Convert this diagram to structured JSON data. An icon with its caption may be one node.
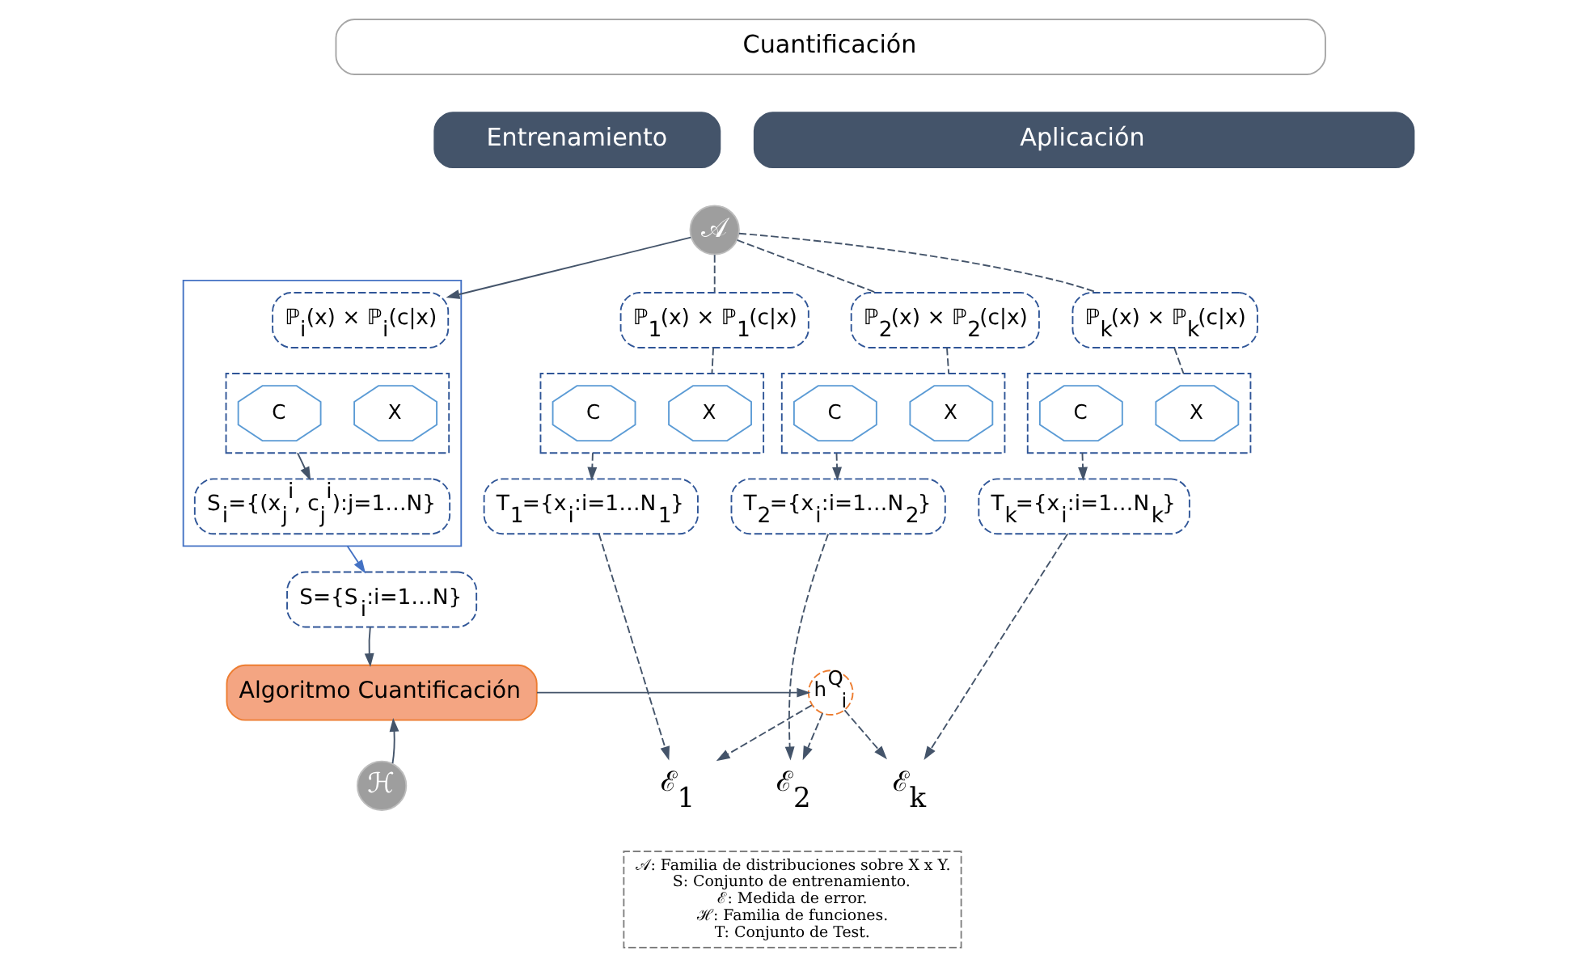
{
  "diagram": {
    "nodes": [
      {
        "text": [
          "Cuantificación"
        ]
      },
      {
        "text": [
          "Entrenamiento"
        ]
      },
      {
        "text": [
          "Aplicación"
        ]
      },
      {
        "text": [
          "𝒜"
        ]
      },
      {
        "text": [],
        "shape": "box"
      },
      {
        "text": [
          "ℙ$_{i}$(x) × ℙ$_{i}$(c|x)"
        ],
        "in": 4
      },
      {
        "text": [],
        "shape": "box",
        "in": 4
      },
      {
        "text": [
          "X"
        ],
        "in": 6
      },
      {
        "text": [
          "C"
        ],
        "in": 6
      },
      {
        "text": [
          "S$_{i}$={(x$_{j}$$^{i}$, c$_{j}$$^{i}$):j=1…N}"
        ],
        "in": 4
      },
      {
        "text": [
          "S={S$_{i}$:i=1…N}"
        ]
      },
      {
        "text": [
          "Algoritmo Cuantificación"
        ]
      },
      {
        "text": [
          "h$^{Q}$$_{i}$"
        ]
      },
      {
        "text": [
          "ℋ"
        ]
      },
      {
        "text": [
          "ℙ$_{1}$(x) × ℙ$_{1}$(c|x)"
        ]
      },
      {
        "text": [],
        "shape": "box"
      },
      {
        "text": [
          "X"
        ],
        "in": 15
      },
      {
        "text": [
          "C"
        ],
        "in": 15
      },
      {
        "text": [
          "T$_{1}$={x$_{i}$:i=1…N$_{1}$}"
        ]
      },
      {
        "text": [
          "ℙ$_{2}$(x) × ℙ$_{2}$(c|x)"
        ]
      },
      {
        "text": [],
        "shape": "box"
      },
      {
        "text": [
          "X"
        ],
        "in": 20
      },
      {
        "text": [
          "C"
        ],
        "in": 20
      },
      {
        "text": [
          "T$_{2}$={x$_{i}$:i=1…N$_{2}$}"
        ]
      },
      {
        "text": [
          "ℙ$_{k}$(x) × ℙ$_{k}$(c|x)"
        ]
      },
      {
        "text": [],
        "shape": "box"
      },
      {
        "text": [
          "X"
        ],
        "in": 25
      },
      {
        "text": [
          "C"
        ],
        "in": 25
      },
      {
        "text": [
          "T$_{k}$={x$_{i}$:i=1…N$_{k}$}"
        ]
      },
      {
        "text": [
          "ℰ$_{1}$"
        ]
      },
      {
        "text": [
          "ℰ$_{2}$"
        ]
      },
      {
        "text": [
          "ℰ$_{k}$"
        ]
      },
      {
        "text": [
          "𝒜: Familia de distribuciones sobre X x Y.",
          "S: Conjunto de entrenamiento.",
          "ℰ: Medida de error.",
          "ℋ: Familia de funciones.",
          "T: Conjunto de Test."
        ]
      }
    ],
    "edges": [
      {
        "from": 3,
        "to": 5,
        "arrow": "to"
      },
      {
        "from": 3,
        "to": 14,
        "arrow": "none",
        "style": "dashed"
      },
      {
        "from": 3,
        "to": 19,
        "arrow": "none",
        "style": "dashed"
      },
      {
        "from": 3,
        "to": 24,
        "arrow": "none",
        "style": "dashed"
      },
      {
        "from": 6,
        "to": 9,
        "arrow": "to"
      },
      {
        "from": 4,
        "to": 10,
        "arrow": "to",
        "color": "#4472c4"
      },
      {
        "from": 10,
        "to": 11,
        "arrow": "to"
      },
      {
        "from": 13,
        "to": 11,
        "arrow": "to"
      },
      {
        "from": 11,
        "to": 12,
        "arrow": "to"
      },
      {
        "from": 14,
        "to": 15,
        "arrow": "none",
        "style": "dashed"
      },
      {
        "from": 15,
        "to": 18,
        "arrow": "to",
        "style": "dashed"
      },
      {
        "from": 18,
        "to": 29,
        "arrow": "to",
        "style": "dashed"
      },
      {
        "from": 19,
        "to": 20,
        "arrow": "none",
        "style": "dashed"
      },
      {
        "from": 20,
        "to": 23,
        "arrow": "to",
        "style": "dashed"
      },
      {
        "from": 23,
        "to": 30,
        "arrow": "to",
        "style": "dashed"
      },
      {
        "from": 24,
        "to": 25,
        "arrow": "none",
        "style": "dashed"
      },
      {
        "from": 25,
        "to": 28,
        "arrow": "to",
        "style": "dashed"
      },
      {
        "from": 28,
        "to": 31,
        "arrow": "to",
        "style": "dashed"
      },
      {
        "from": 12,
        "to": 29,
        "arrow": "to",
        "style": "dashed"
      },
      {
        "from": 12,
        "to": 30,
        "arrow": "to",
        "style": "dashed"
      },
      {
        "from": 12,
        "to": 31,
        "arrow": "to",
        "style": "dashed"
      }
    ]
  }
}
